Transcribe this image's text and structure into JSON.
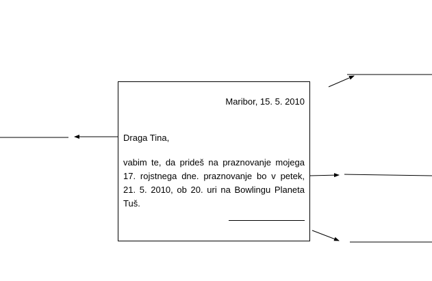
{
  "letter": {
    "date_line": "Maribor, 15. 5. 2010",
    "greeting": "Draga Tina,",
    "body": "vabim te, da prideš na praznovanje mojega 17. rojstnega dne. praznovanje bo v petek, 21. 5. 2010, ob 20. uri na Bowlingu Planeta Tuš."
  },
  "colors": {
    "ink": "#000000",
    "paper": "#ffffff"
  }
}
